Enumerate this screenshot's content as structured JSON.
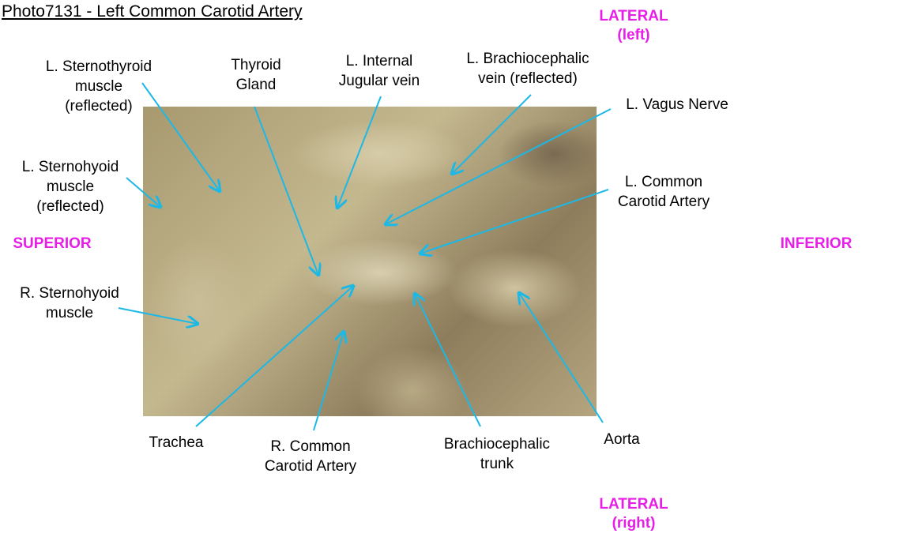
{
  "title": "Photo7131 - Left Common Carotid Artery",
  "orientation": {
    "lateral_left": "LATERAL\n(left)",
    "lateral_right": "LATERAL\n(right)",
    "superior": "SUPERIOR",
    "inferior": "INFERIOR"
  },
  "labels": {
    "l_sternothyroid": "L. Sternothyroid\nmuscle\n(reflected)",
    "thyroid_gland": "Thyroid\nGland",
    "l_internal_jugular": "L. Internal\nJugular vein",
    "l_brachiocephalic_vein": "L. Brachiocephalic\nvein (reflected)",
    "l_vagus": "L. Vagus Nerve",
    "l_common_carotid": "L. Common\nCarotid Artery",
    "l_sternohyoid": "L. Sternohyoid\nmuscle\n(reflected)",
    "r_sternohyoid": "R. Sternohyoid\nmuscle",
    "trachea": "Trachea",
    "r_common_carotid": "R. Common\nCarotid Artery",
    "brachiocephalic_trunk": "Brachiocephalic\ntrunk",
    "aorta": "Aorta"
  },
  "colors": {
    "leader": "#1cb8e6",
    "orientation": "#e61ee6"
  }
}
